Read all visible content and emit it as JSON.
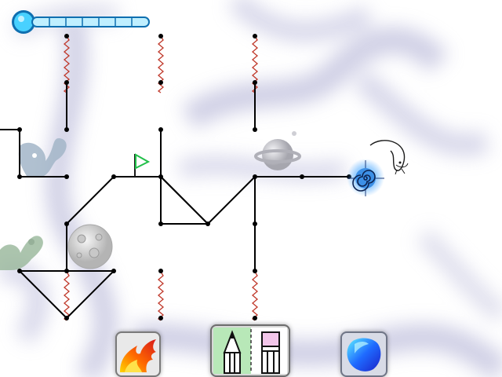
{
  "colors": {
    "background": "#ffffff",
    "fog": "#b7b7d6",
    "track_line": "#000000",
    "spring": "#c0392b",
    "flag": "#22c04a",
    "thermometer": "#2ec3f2",
    "portal": "#2f7fd6",
    "planet": "#c9c9d0",
    "moon": "#d2d2d2",
    "blob": "#a3b6c8",
    "green_blob": "#98b79a",
    "fire": "#ff5a1a",
    "gem": "#1f6bff"
  },
  "hud": {
    "energy_level": 0.0,
    "energy_segments": 7
  },
  "toolbar": {
    "tools": [
      {
        "name": "fire-tool",
        "icon": "fire-icon",
        "selected": false
      },
      {
        "name": "draw-tool",
        "icon": "pencil-eraser-icon",
        "selected": true
      },
      {
        "name": "gem-tool",
        "icon": "blue-gem-icon",
        "selected": false
      }
    ]
  },
  "level": {
    "objects": [
      "flag",
      "vortex-portal",
      "planet",
      "moon",
      "blob-creature",
      "green-blob-creature"
    ]
  }
}
